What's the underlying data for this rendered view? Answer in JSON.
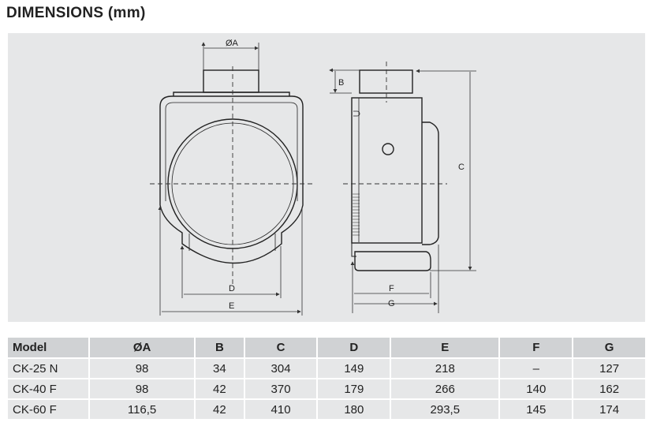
{
  "title": "DIMENSIONS (mm)",
  "labels": {
    "a": "ØA",
    "b": "B",
    "c": "C",
    "d": "D",
    "e": "E",
    "f": "F",
    "g": "G"
  },
  "table": {
    "headers": [
      "Model",
      "ØA",
      "B",
      "C",
      "D",
      "E",
      "F",
      "G"
    ],
    "rows": [
      [
        "CK-25 N",
        "98",
        "34",
        "304",
        "149",
        "218",
        "–",
        "127"
      ],
      [
        "CK-40 F",
        "98",
        "42",
        "370",
        "179",
        "266",
        "140",
        "162"
      ],
      [
        "CK-60 F",
        "116,5",
        "42",
        "410",
        "180",
        "293,5",
        "145",
        "174"
      ]
    ]
  }
}
